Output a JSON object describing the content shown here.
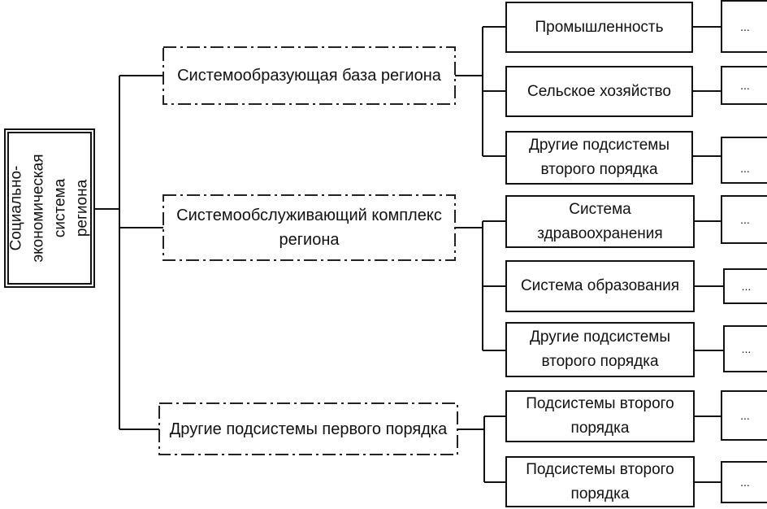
{
  "root": {
    "label": "Социально-\nэкономическая\nсистема региона"
  },
  "level1": [
    {
      "label": "Системообразующая база региона"
    },
    {
      "label": "Системообслуживающий комплекс\nрегиона"
    },
    {
      "label": "Другие подсистемы первого порядка"
    }
  ],
  "level2": [
    {
      "label": "Промышленность",
      "child": "..."
    },
    {
      "label": "Сельское хозяйство",
      "child": "..."
    },
    {
      "label": "Другие подсистемы\nвторого порядка",
      "child": "..."
    },
    {
      "label": "Система\nздравоохранения",
      "child": "..."
    },
    {
      "label": "Система образования",
      "child": "..."
    },
    {
      "label": "Другие подсистемы\nвторого порядка",
      "child": "..."
    },
    {
      "label": "Подсистемы второго\nпорядка",
      "child": "..."
    },
    {
      "label": "Подсистемы второго\nпорядка",
      "child": "..."
    }
  ]
}
